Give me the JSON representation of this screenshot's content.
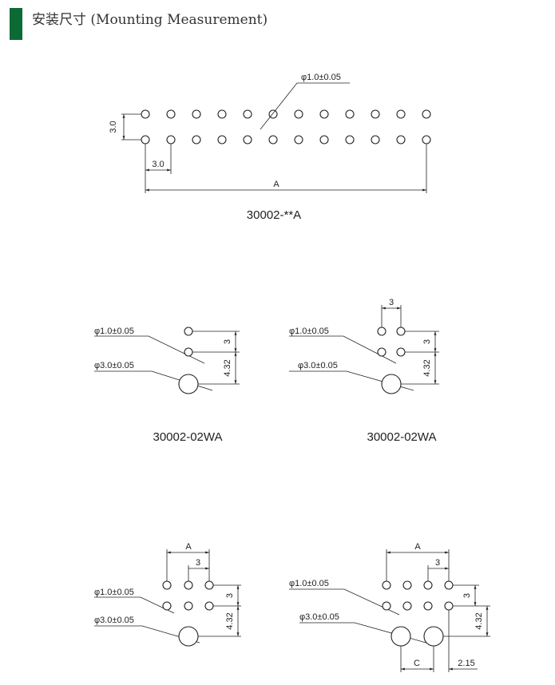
{
  "header": {
    "title": "安装尺寸 (Mounting Measurement)",
    "accent_color": "#0b6b35"
  },
  "diagrams": {
    "top": {
      "caption": "30002-**A",
      "hole_label": "φ1.0±0.05",
      "pitch_v": "3.0",
      "pitch_h": "3.0",
      "length": "A"
    },
    "mid_left": {
      "caption": "30002-02WA",
      "hole_label": "φ1.0±0.05",
      "boss_label": "φ3.0±0.05",
      "dim_v1": "3",
      "dim_v2": "4.32"
    },
    "mid_right": {
      "caption": "30002-02WA",
      "hole_label": "φ1.0±0.05",
      "boss_label": "φ3.0±0.05",
      "dim_h": "3",
      "dim_v1": "3",
      "dim_v2": "4.32"
    },
    "bottom_left": {
      "hole_label": "φ1.0±0.05",
      "boss_label": "φ3.0±0.05",
      "dim_a": "A",
      "dim_h": "3",
      "dim_v1": "3",
      "dim_v2": "4.32"
    },
    "bottom_right": {
      "hole_label": "φ1.0±0.05",
      "boss_label": "φ3.0±0.05",
      "dim_a": "A",
      "dim_h": "3",
      "dim_v1": "3",
      "dim_v2": "4.32",
      "dim_c": "C",
      "dim_offset": "2.15"
    }
  }
}
